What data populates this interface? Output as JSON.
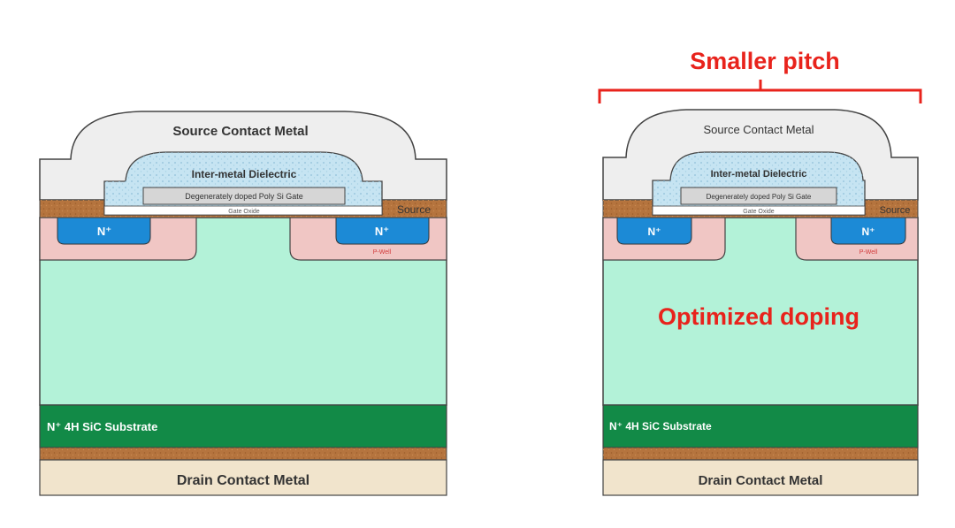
{
  "left_device": {
    "source_contact_metal": "Source Contact Metal",
    "inter_metal_dielectric": "Inter-metal Dielectric",
    "poly_gate": "Degenerately doped Poly Si Gate",
    "gate_oxide": "Gate Oxide",
    "source": "Source",
    "n_plus_left": "N⁺",
    "n_plus_right": "N⁺",
    "p_well": "P-Well",
    "substrate": "N⁺ 4H SiC Substrate",
    "drain_contact_metal": "Drain Contact Metal"
  },
  "right_device": {
    "annotation_pitch": "Smaller pitch",
    "annotation_doping": "Optimized doping",
    "source_contact_metal": "Source Contact Metal",
    "inter_metal_dielectric": "Inter-metal Dielectric",
    "poly_gate": "Degenerately doped Poly Si Gate",
    "gate_oxide": "Gate Oxide",
    "source": "Source",
    "n_plus_left": "N⁺",
    "n_plus_right": "N⁺",
    "p_well": "P-Well",
    "substrate": "N⁺ 4H SiC Substrate",
    "drain_contact_metal": "Drain Contact Metal"
  },
  "colors": {
    "source_metal": "#eeeeee",
    "dielectric": "#c6e4f2",
    "poly_gate": "#d6d6d6",
    "gate_oxide": "#ffffff",
    "brown_contact": "#b5743e",
    "p_well": "#f0c6c4",
    "n_plus": "#1c8ad6",
    "drift": "#b3f2d8",
    "substrate": "#128a47",
    "drain_metal": "#f1e4cc",
    "annotation": "#e8231c",
    "outline": "#444444"
  }
}
